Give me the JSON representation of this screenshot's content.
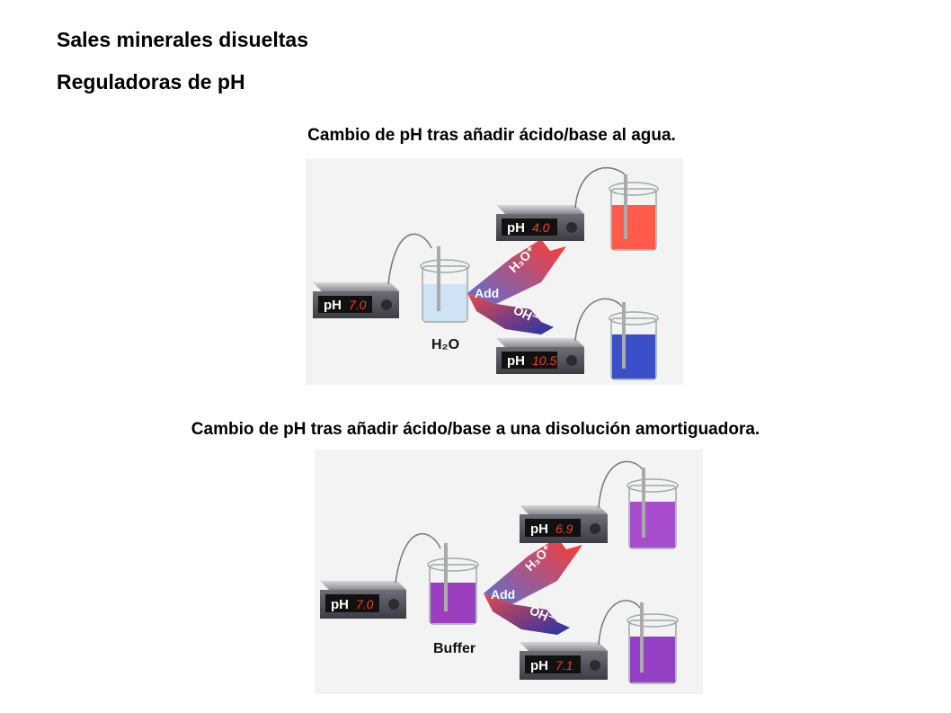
{
  "title": "Sales minerales disueltas",
  "subtitle": "Reguladoras de pH",
  "figures": [
    {
      "caption": "Cambio de pH tras añadir ácido/base al agua.",
      "start_label": "H₂O",
      "start_reading": "7.0",
      "acid_reading": "4.0",
      "base_reading": "10.5",
      "meter_label": "pH",
      "arrow_label": "Add",
      "acid_label": "H₃O⁺",
      "base_label": "OH⁻",
      "colors": {
        "start": "#cfe3f4",
        "acid": "#ff5a4a",
        "base": "#3a4fc8"
      }
    },
    {
      "caption": "Cambio de pH tras añadir ácido/base a una disolución amortiguadora.",
      "start_label": "Buffer",
      "start_reading": "7.0",
      "acid_reading": "6.9",
      "base_reading": "7.1",
      "meter_label": "pH",
      "arrow_label": "Add",
      "acid_label": "H₃O⁺",
      "base_label": "OH⁻",
      "colors": {
        "start": "#9b3fc0",
        "acid": "#a64ccc",
        "base": "#9440c4"
      }
    }
  ]
}
